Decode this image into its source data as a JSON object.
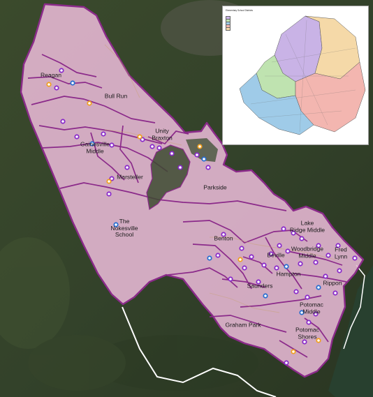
{
  "schools": [
    {
      "id": "reagan",
      "label": "Reagan"
    },
    {
      "id": "bull-run",
      "label": "Bull Run"
    },
    {
      "id": "unity-braxton",
      "label": "Unity\nBraxton"
    },
    {
      "id": "gainesville",
      "label": "Gainesville\nMiddle"
    },
    {
      "id": "marsteller",
      "label": "Marsteller"
    },
    {
      "id": "parkside",
      "label": "Parkside"
    },
    {
      "id": "nokesville",
      "label": "The\nNokesville\nSchool"
    },
    {
      "id": "benton",
      "label": "Benton"
    },
    {
      "id": "lake-ridge",
      "label": "Lake\nRidge Middle"
    },
    {
      "id": "woodbridge",
      "label": "Woodbridge\nMiddle"
    },
    {
      "id": "fred-lynn",
      "label": "Fred\nLynn"
    },
    {
      "id": "beville",
      "label": "Beville"
    },
    {
      "id": "hampton",
      "label": "Hampton"
    },
    {
      "id": "rippon",
      "label": "Rippon"
    },
    {
      "id": "saunders",
      "label": "Saunders"
    },
    {
      "id": "potomac-middle",
      "label": "Potomac\nMiddle"
    },
    {
      "id": "graham-park",
      "label": "Graham Park"
    },
    {
      "id": "potomac-shores",
      "label": "Potomac\nShores"
    }
  ],
  "inset": {
    "title": "Elementary School Districts",
    "legend": [
      {
        "label": "",
        "color": "#c9b3e6"
      },
      {
        "label": "",
        "color": "#bfe3b0"
      },
      {
        "label": "",
        "color": "#9fcbe8"
      },
      {
        "label": "",
        "color": "#f3b6b0"
      },
      {
        "label": "",
        "color": "#f5d9a8"
      }
    ]
  },
  "colors": {
    "district_fill": "#e8b9d6",
    "district_border": "#8b2a8a",
    "county_line": "#ffffff",
    "marker_purple": "#8a2bc9",
    "marker_blue": "#2a6fd0",
    "marker_orange": "#f0a020"
  }
}
